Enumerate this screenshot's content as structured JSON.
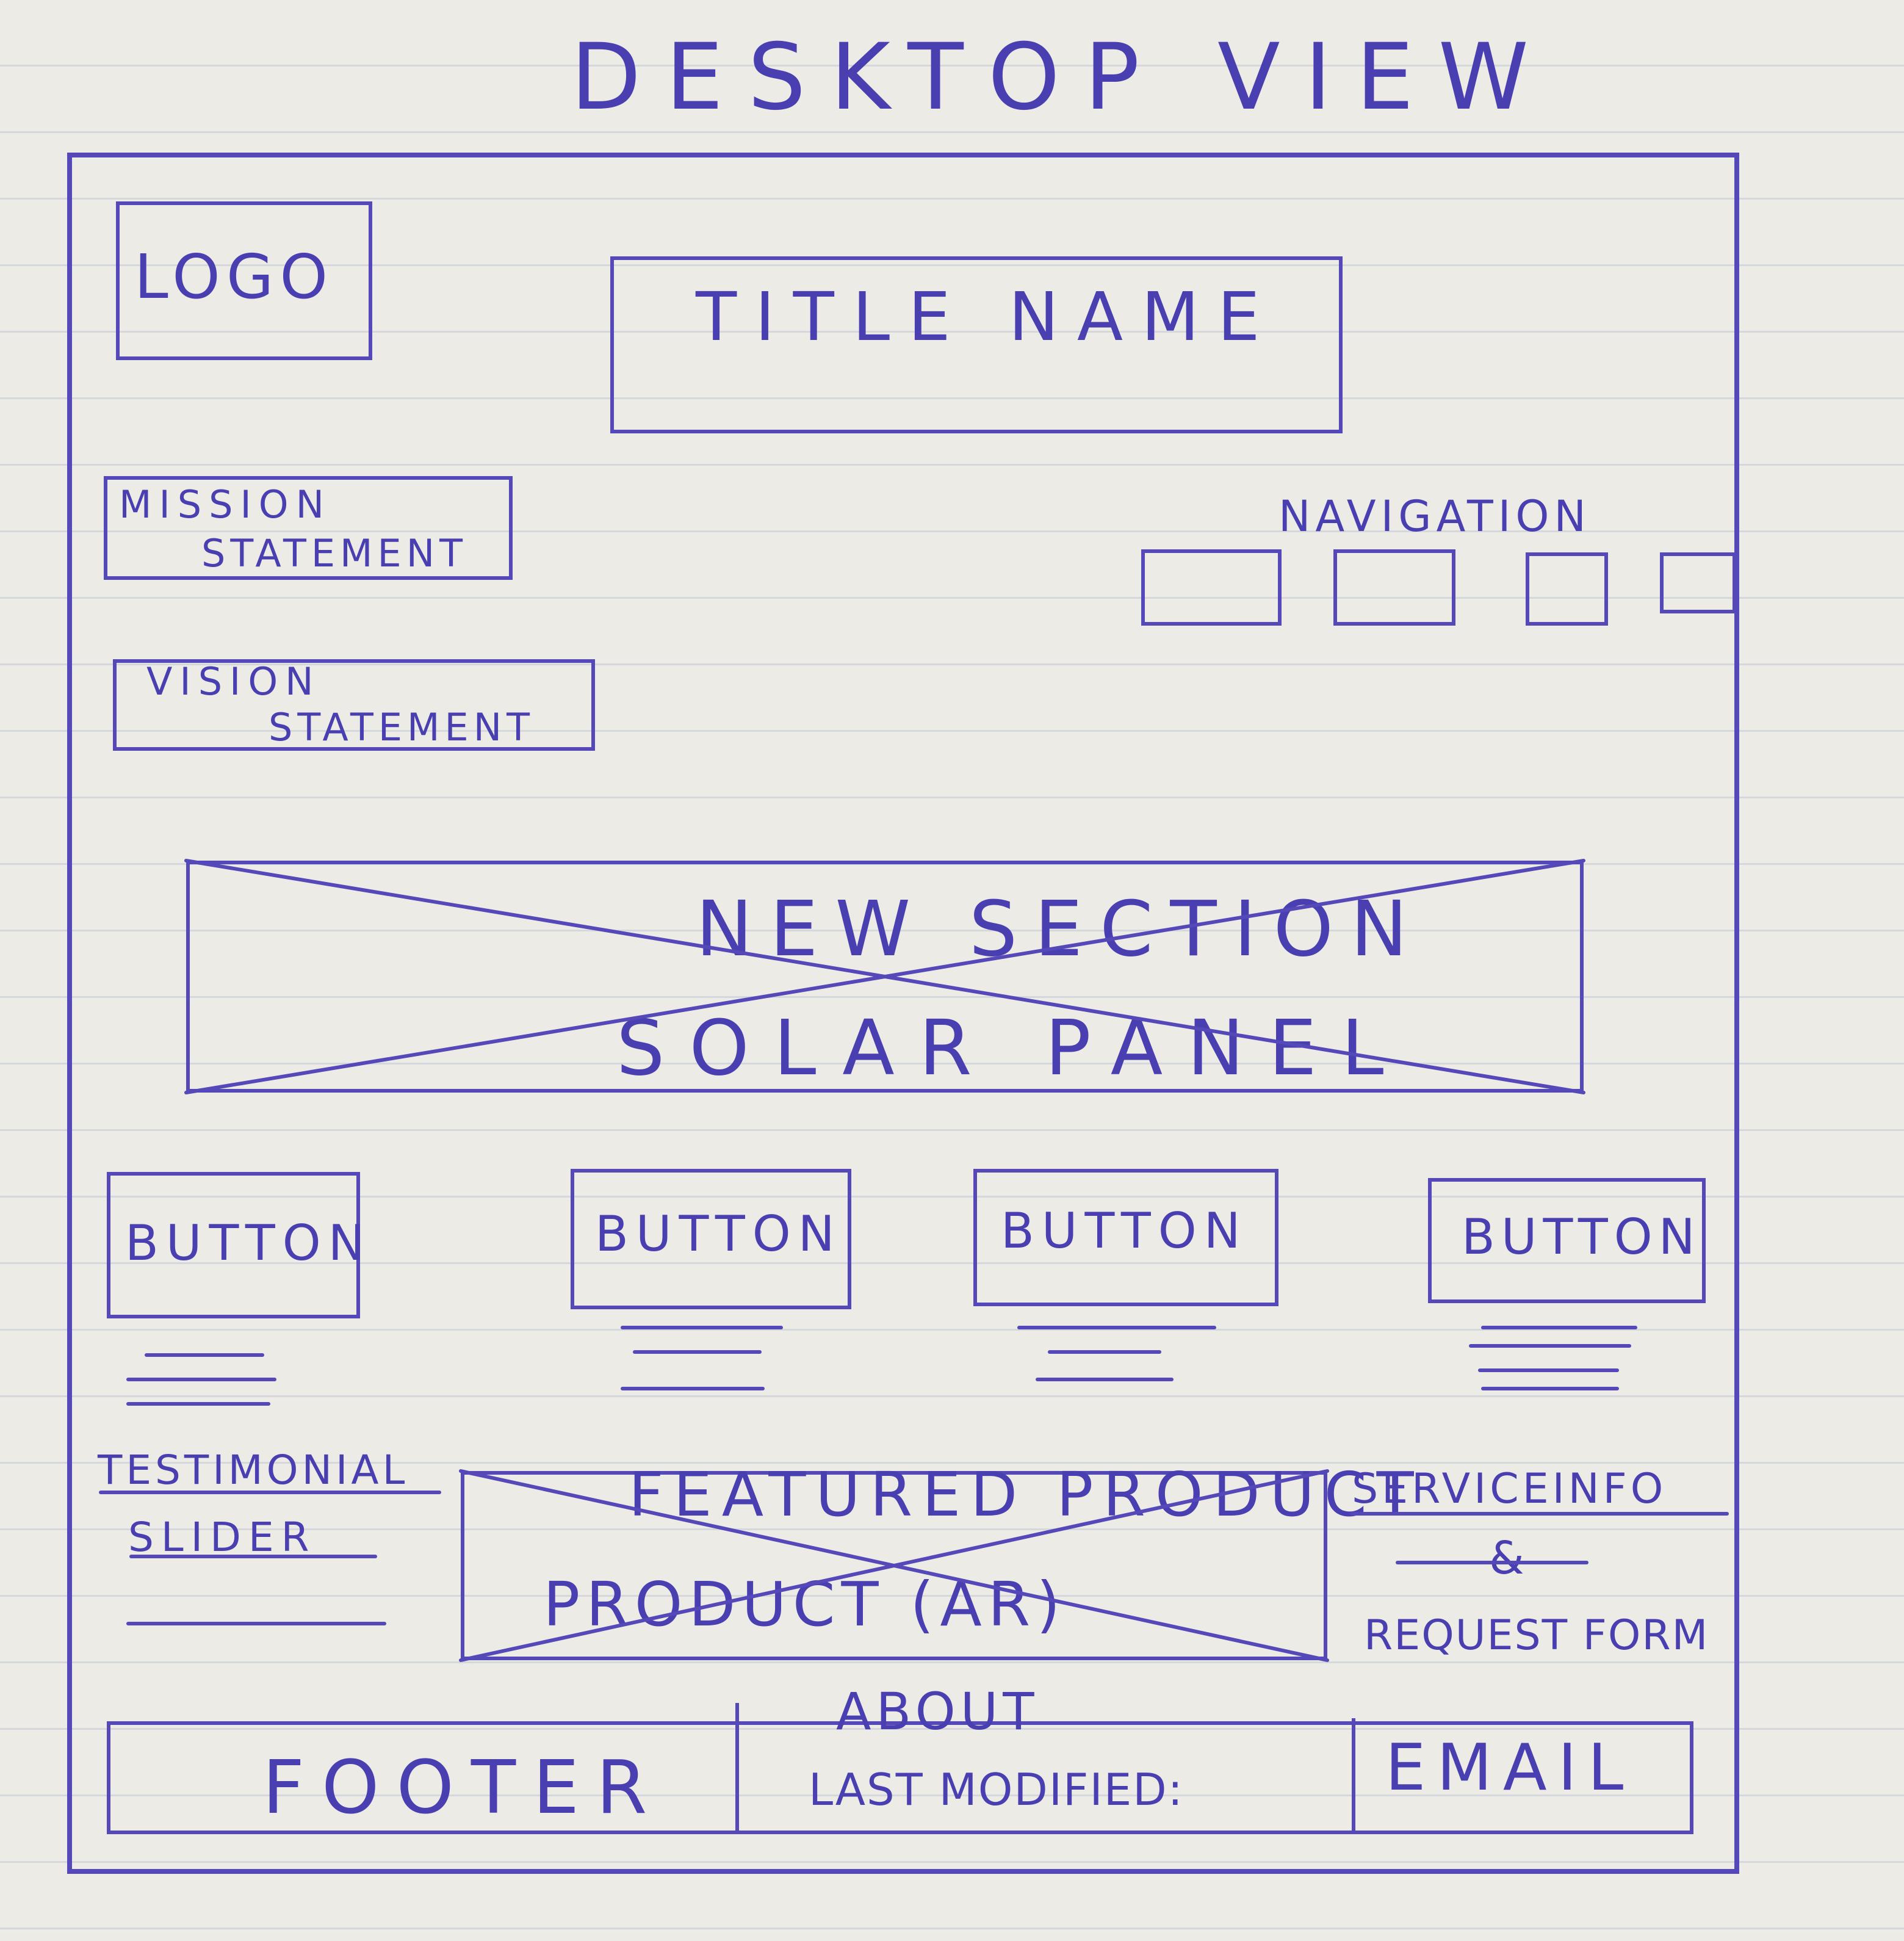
{
  "page_title": "DESKTOP VIEW",
  "header": {
    "logo_label": "LOGO",
    "title_label": "TITLE NAME"
  },
  "statements": {
    "mission_line1": "MISSION",
    "mission_line2": "STATEMENT",
    "vision_line1": "VISION",
    "vision_line2": "STATEMENT"
  },
  "navigation": {
    "label": "NAVIGATION",
    "item_count": 4
  },
  "hero": {
    "line1": "NEW SECTION",
    "line2": "SOLAR PANEL"
  },
  "buttons": [
    {
      "label": "BUTTON"
    },
    {
      "label": "BUTTON"
    },
    {
      "label": "BUTTON"
    },
    {
      "label": "BUTTON"
    }
  ],
  "testimonial": {
    "line1": "TESTIMONIAL",
    "line2": "SLIDER"
  },
  "featured": {
    "line1": "FEATURED PRODUCT",
    "line2": "PRODUCT (AR)"
  },
  "service": {
    "line1": "SERVICEINFO",
    "line2": "&",
    "line3": "REQUEST FORM"
  },
  "footer": {
    "label": "FOOTER",
    "about_line1": "ABOUT",
    "about_line2": "LAST MODIFIED:",
    "email_label": "EMAIL"
  },
  "colors": {
    "ink": "#5548b8",
    "paper": "#ecebe6",
    "rule_lines": "#c9cfd8"
  }
}
